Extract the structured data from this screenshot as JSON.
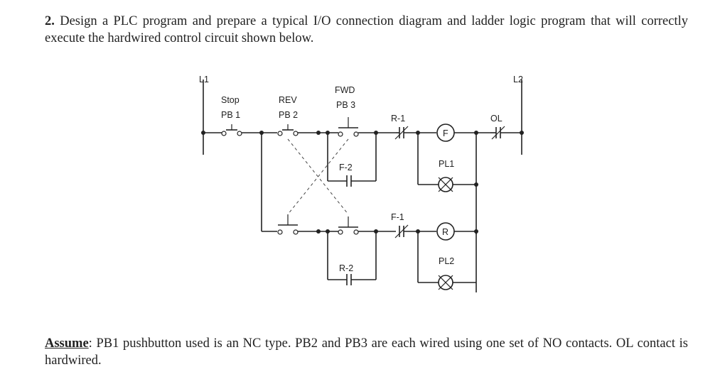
{
  "question": {
    "number": "2.",
    "text": "Design a PLC program and prepare a typical I/O connection diagram and ladder logic program that will correctly execute the hardwired control circuit shown below."
  },
  "diagram": {
    "rail_left": "L1",
    "rail_right": "L2",
    "stop_name": "Stop",
    "stop_id": "PB 1",
    "rev_name": "REV",
    "rev_id": "PB 2",
    "fwd_name": "FWD",
    "fwd_id": "PB 3",
    "r1": "R-1",
    "f2": "F-2",
    "f1": "F-1",
    "r2": "R-2",
    "coil_f": "F",
    "coil_r": "R",
    "ol": "OL",
    "pl1": "PL1",
    "pl2": "PL2"
  },
  "assume": {
    "keyword": "Assume",
    "text": ": PB1 pushbutton used is an NC type. PB2 and PB3 are each wired using one set of NO contacts. OL contact is hardwired."
  }
}
